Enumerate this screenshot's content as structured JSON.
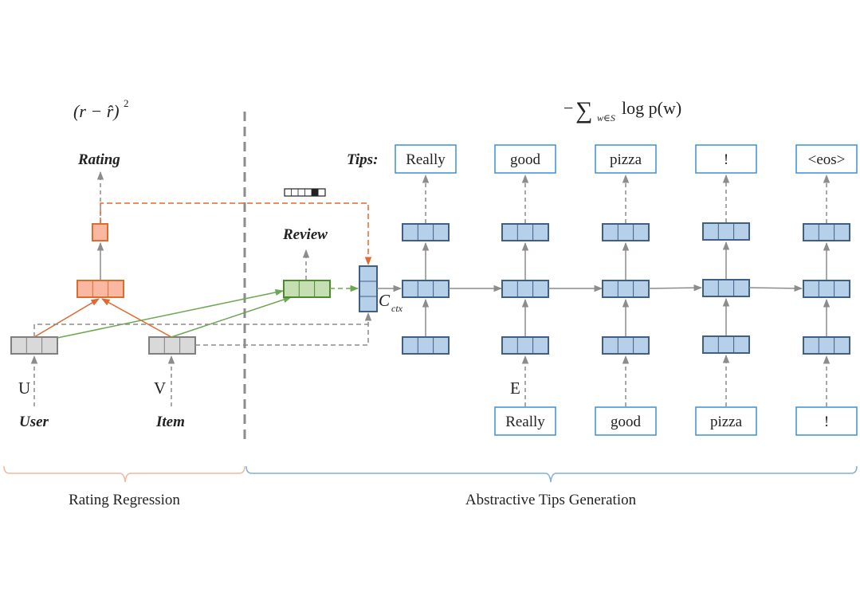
{
  "formulas": {
    "rating_loss": {
      "base": "(r − r̂)",
      "exp": "2"
    },
    "tips_loss": {
      "minus": "−",
      "sigma": "∑",
      "sub": "w∈S",
      "rest": "log p(w)"
    }
  },
  "labels": {
    "rating": "Rating",
    "review": "Review",
    "tips": "Tips:",
    "user": "User",
    "item": "Item",
    "u": "U",
    "v": "V",
    "e": "E",
    "c_ctx_main": "C",
    "c_ctx_sub": "ctx"
  },
  "output_words": [
    "Really",
    "good",
    "pizza",
    "!",
    "<eos>"
  ],
  "input_words": [
    "Really",
    "good",
    "pizza",
    "!"
  ],
  "sections": {
    "left": "Rating Regression",
    "right": "Abstractive Tips Generation"
  },
  "colors": {
    "orange_fill": "#f9b9a0",
    "orange_stroke": "#e0692f",
    "green_fill": "#c5dfb3",
    "green_stroke": "#4e8a2e",
    "blue_fill": "#b6d0ea",
    "blue_stroke": "#3f5f85",
    "gray_fill": "#d9d9d9",
    "gray_stroke": "#7f7f7f",
    "word_box_stroke": "#3f8fd2",
    "left_brace": "#f3b79f",
    "right_brace": "#7fb1dc"
  }
}
